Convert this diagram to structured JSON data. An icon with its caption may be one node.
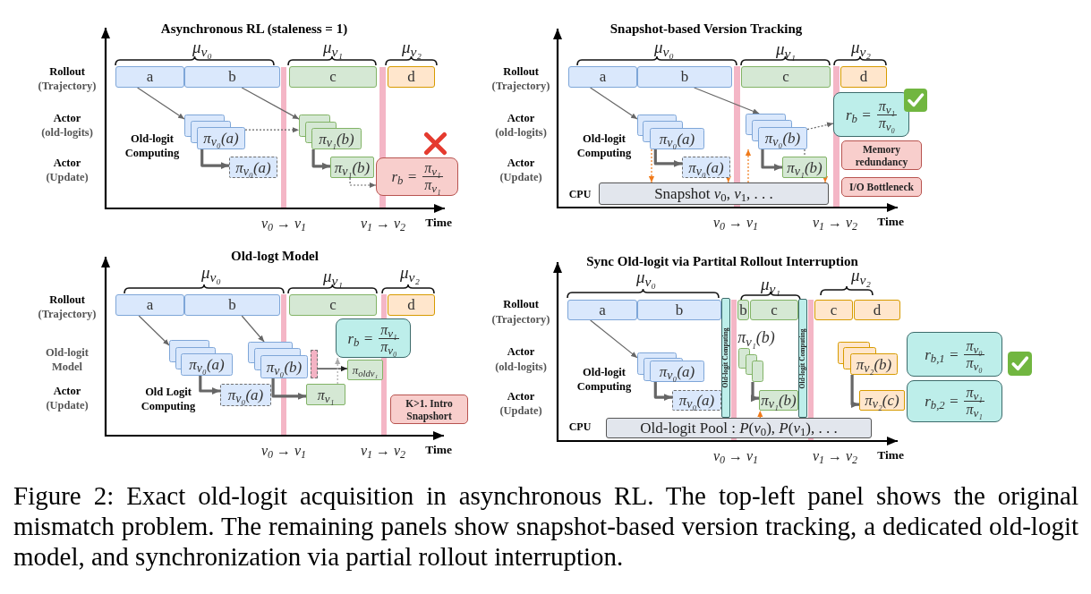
{
  "diagram": {
    "caption": "Figure 2: Exact old-logit acquisition in asynchronous RL. The top-left panel shows the original mismatch problem. The remaining panels show snapshot-based version tracking, a dedicated old-logit model, and synchronization via partial rollout interruption.",
    "nodes": [
      {
        "text": [
          "a"
        ]
      },
      {
        "text": [
          "b"
        ]
      },
      {
        "text": [
          "c"
        ]
      },
      {
        "text": [
          "d"
        ]
      },
      {
        "text": [
          "π$_{v₀}$(a)"
        ]
      },
      {
        "text": [
          "π$_{v₀}$(a)"
        ]
      },
      {
        "text": [
          "π$_{v₁}$(b)"
        ]
      },
      {
        "text": [
          "π$_{v₁}$(b)"
        ]
      },
      {
        "text": [
          "r$_{b}$ =",
          "π$_{v₁}$",
          "π$_{v₁}$"
        ]
      },
      {
        "text": [
          "a"
        ]
      },
      {
        "text": [
          "b"
        ]
      },
      {
        "text": [
          "c"
        ]
      },
      {
        "text": [
          "d"
        ]
      },
      {
        "text": [
          "π$_{v₀}$(a)"
        ]
      },
      {
        "text": [
          "π$_{v₀}$(a)"
        ]
      },
      {
        "text": [
          "π$_{v₀}$(b)"
        ]
      },
      {
        "text": [
          "π$_{v₁}$(b)"
        ]
      },
      {
        "text": [
          "r$_{b}$ =",
          "π$_{v₁}$",
          "π$_{v₀}$"
        ]
      },
      {
        "text": [
          "Memory redundancy"
        ]
      },
      {
        "text": [
          "I/O Bottleneck"
        ]
      },
      {
        "text": [
          "Snapshot *v*$_{0}$, *v*$_{1}$, . . ."
        ]
      },
      {
        "text": [
          "a"
        ]
      },
      {
        "text": [
          "b"
        ]
      },
      {
        "text": [
          "c"
        ]
      },
      {
        "text": [
          "d"
        ]
      },
      {
        "text": [
          "π$_{v₀}$(a)"
        ]
      },
      {
        "text": [
          "π$_{v₀}$(a)"
        ]
      },
      {
        "text": [
          "π$_{v₀}$(b)"
        ]
      },
      {
        "text": [],
        "shape": "bar"
      },
      {
        "text": [
          "r$_{b}$ =",
          "π$_{v₁}$",
          "π$_{v₀}$"
        ]
      },
      {
        "text": [
          "π$_{old}$$_{v₁}$"
        ]
      },
      {
        "text": [
          "π$_{v₁}$"
        ]
      },
      {
        "text": [
          "K>1. Intro Snapshort"
        ]
      },
      {
        "text": [
          "a"
        ]
      },
      {
        "text": [
          "b"
        ]
      },
      {
        "text": [
          "Old-logit Computing"
        ]
      },
      {
        "text": [
          "b"
        ]
      },
      {
        "text": [
          "c"
        ]
      },
      {
        "text": [
          "Old-logit Computing"
        ]
      },
      {
        "text": [
          "c"
        ]
      },
      {
        "text": [
          "d"
        ]
      },
      {
        "text": [
          "π$_{v₀}$(a)"
        ]
      },
      {
        "text": [
          "π$_{v₀}$(a)"
        ]
      },
      {
        "text": [],
        "shape": "box"
      },
      {
        "text": [
          "π$_{v₁}$(b)"
        ]
      },
      {
        "text": [
          "π$_{v₂}$(b)"
        ]
      },
      {
        "text": [
          "π$_{v₂}$(c)"
        ]
      },
      {
        "text": [
          "r$_{b,1}$ =",
          "π$_{v₀}$",
          "π$_{v₀}$"
        ]
      },
      {
        "text": [
          "r$_{b,2}$ =",
          "π$_{v₁}$",
          "π$_{v₁}$"
        ]
      },
      {
        "text": [
          "Old-logit Pool : *P*(*v*$_{0}$), *P*(*v*$_{1}$), . . ."
        ]
      }
    ],
    "edges": [
      {
        "from": 0,
        "to": 4,
        "arrow": "to"
      },
      {
        "from": 1,
        "to": 6,
        "arrow": "to"
      },
      {
        "from": 4,
        "to": 6,
        "arrow": "to",
        "style": "dashed"
      },
      {
        "from": 4,
        "to": 5,
        "arrow": "to",
        "style": "thick"
      },
      {
        "from": 6,
        "to": 7,
        "arrow": "to",
        "style": "thick"
      },
      {
        "from": 7,
        "to": 8,
        "arrow": "to",
        "style": "dashed"
      },
      {
        "from": 9,
        "to": 13,
        "arrow": "to"
      },
      {
        "from": 10,
        "to": 15,
        "arrow": "to"
      },
      {
        "from": 13,
        "to": 14,
        "arrow": "to",
        "style": "thick"
      },
      {
        "from": 15,
        "to": 16,
        "arrow": "to",
        "style": "thick"
      },
      {
        "from": 15,
        "to": 16,
        "arrow": "none",
        "style": "dashed"
      },
      {
        "from": 15,
        "to": 17,
        "arrow": "to",
        "style": "dashed"
      },
      {
        "from": 13,
        "to": 20,
        "arrow": "to",
        "style": "dashed",
        "color": "#f07a1a"
      },
      {
        "from": 14,
        "to": 20,
        "arrow": "to",
        "style": "dashed",
        "color": "#f07a1a"
      },
      {
        "from": 20,
        "to": 15,
        "arrow": "to",
        "style": "dashed",
        "color": "#f07a1a"
      },
      {
        "from": 16,
        "to": 20,
        "arrow": "to",
        "style": "dashed",
        "color": "#f07a1a"
      },
      {
        "from": 21,
        "to": 25,
        "arrow": "to"
      },
      {
        "from": 22,
        "to": 27,
        "arrow": "to"
      },
      {
        "from": 25,
        "to": 26,
        "arrow": "to",
        "style": "thick"
      },
      {
        "from": 27,
        "to": 31,
        "arrow": "to",
        "style": "thick"
      },
      {
        "from": 28,
        "to": 30,
        "arrow": "to",
        "color": "#222222"
      },
      {
        "from": 31,
        "to": 29,
        "arrow": "to",
        "style": "dashed",
        "color": "#aaaaaa"
      },
      {
        "from": 33,
        "to": 41,
        "arrow": "to"
      },
      {
        "from": 41,
        "to": 42,
        "arrow": "to",
        "style": "thick"
      },
      {
        "from": 43,
        "to": 44,
        "arrow": "to",
        "style": "thick"
      },
      {
        "from": 49,
        "to": 44,
        "arrow": "to",
        "style": "dashed",
        "color": "#f07a1a"
      },
      {
        "from": 45,
        "to": 46,
        "arrow": "to",
        "style": "thick"
      }
    ],
    "labels": [
      "Asynchronous RL (staleness = 1)",
      "μ$_{v₀}$",
      "μ$_{v₁}$",
      "μ$_{v₂}$",
      "Rollout",
      "(Trajectory)",
      "Actor",
      "(old-logits)",
      "Actor",
      "(Update)",
      "Old-logit Computing",
      "v$_{0}$ → v$_{1}$",
      "v$_{1}$ → v$_{2}$",
      "Time",
      "Snapshot-based Version Tracking",
      "μ$_{v₀}$",
      "μ$_{v₁}$",
      "μ$_{v₂}$",
      "Rollout",
      "(Trajectory)",
      "Actor",
      "(old-logits)",
      "Actor",
      "(Update)",
      "Old-logit Computing",
      "CPU",
      "v$_{0}$ → v$_{1}$",
      "v$_{1}$ → v$_{2}$",
      "Time",
      "Old-logt Model",
      "μ$_{v₀}$",
      "μ$_{v₁}$",
      "μ$_{v₂}$",
      "Rollout",
      "(Trajectory)",
      "Old-logit Model",
      "Actor",
      "(Update)",
      "Old Logit Computing",
      "v$_{0}$ → v$_{1}$",
      "v$_{1}$ → v$_{2}$",
      "Time",
      "Sync Old-logit via Partital Rollout Interruption",
      "μ$_{v₀}$",
      "μ$_{v₁}$",
      "μ$_{v₂}$",
      "Rollout",
      "(Trajectory)",
      "Actor",
      "(old-logits)",
      "Actor",
      "(Update)",
      "Old-logit Computing",
      "π$_{v₁}$(b)",
      "CPU",
      "v$_{0}$ → v$_{1}$",
      "v$_{1}$ → v$_{2}$",
      "Time"
    ]
  }
}
